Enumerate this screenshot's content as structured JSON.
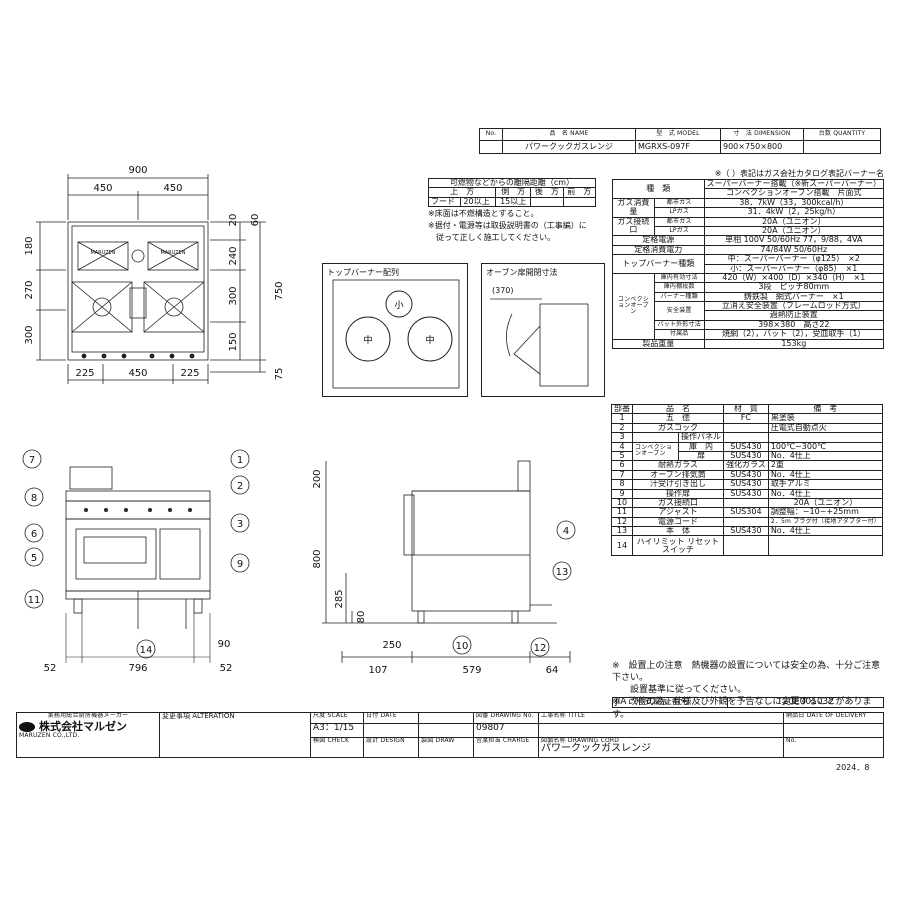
{
  "product_header": {
    "cols": [
      "No.",
      "品　名 NAME",
      "型　式 MODEL",
      "寸　法 DIMENSION",
      "台数 QUANTITY"
    ],
    "row": [
      "",
      "パワークックガスレンジ",
      "MGRXS-097F",
      "900×750×800",
      ""
    ]
  },
  "clearance": {
    "title": "可燃物などからの離隔距離（cm）",
    "head": [
      "上　方",
      "側　方",
      "後　方",
      "前　方"
    ],
    "row": [
      "フード",
      "20以上",
      "15以上",
      "",
      ""
    ],
    "notes": [
      "※床面は不燃構造とすること。",
      "※据付・電源等は取扱説明書の（工事編）に",
      "　従って正しく施工してください。"
    ]
  },
  "plan_dims": {
    "w900": "900",
    "w450a": "450",
    "w450b": "450",
    "b225a": "225",
    "b450": "450",
    "b225b": "225",
    "l180": "180",
    "l270": "270",
    "l300": "300",
    "r20": "20",
    "r60": "60",
    "r240": "240",
    "r300": "300",
    "r150": "150",
    "r750": "750",
    "r75": "75",
    "brand": "MARUZEN"
  },
  "top_burner": {
    "title": "トップバーナー配列",
    "small": "小",
    "mid1": "中",
    "mid2": "中"
  },
  "oven_door": {
    "title": "オーブン扉開閉寸法",
    "dim": "370"
  },
  "spec": {
    "note": "※（ ）表記はガス会社カタログ表記バーナー名",
    "rows": [
      [
        "種　類",
        "",
        "スーパーバーナー搭載（※新スーパーバーナー）"
      ],
      [
        "",
        "",
        "コンベクションオーブン搭載　片面式"
      ],
      [
        "ガス消費量",
        "都市ガス",
        "38．7kW（33，300kcal/h）"
      ],
      [
        "",
        "LPガス",
        "31．4kW（2，25kg/h）"
      ],
      [
        "ガス接続口",
        "都市ガス",
        "20A（ユニオン）"
      ],
      [
        "",
        "LPガス",
        "20A（ユニオン）"
      ],
      [
        "定格電源",
        "",
        "単相 100V 50/60Hz 77，9/88，4VA"
      ],
      [
        "定格消費電力",
        "",
        "74/84W 50/60Hz"
      ],
      [
        "トップバーナー種類",
        "",
        "中：スーパーバーナー（φ125）　×2"
      ],
      [
        "",
        "",
        "小：スーパーバーナー（φ85）　×1"
      ],
      [
        "コンベクションオーブン",
        "庫内有効寸法",
        "420（W）×400（D）×340（H）　×1"
      ],
      [
        "",
        "庫内棚段数",
        "3段　ピッチ80mm"
      ],
      [
        "",
        "バーナー種類",
        "鋳鉄製　網式バーナー　×1"
      ],
      [
        "",
        "安全装置",
        "立消え安全装置（フレームロッド方式）"
      ],
      [
        "",
        "",
        "過熱防止装置"
      ],
      [
        "",
        "バット外形寸法",
        "398×380　高さ22"
      ],
      [
        "",
        "付属品",
        "焼網（2），バット（2），受皿取手（1）"
      ],
      [
        "製品重量",
        "",
        "153kg"
      ]
    ]
  },
  "parts": {
    "head": [
      "部番",
      "品　名",
      "材　質",
      "備　考"
    ],
    "rows": [
      [
        "1",
        "五　徳",
        "FC",
        "黒塗装"
      ],
      [
        "2",
        "ガスコック",
        "",
        "圧電式自動点火"
      ],
      [
        "3",
        "",
        "操作パネル",
        ""
      ],
      [
        "4",
        "コンベクションオーブン",
        "庫　内",
        "SUS430",
        "100℃~300℃"
      ],
      [
        "5",
        "",
        "扉",
        "SUS430",
        "No．4仕上"
      ],
      [
        "6",
        "耐熱ガラス",
        "強化ガラス",
        "2重"
      ],
      [
        "7",
        "オーブン排気筒",
        "SUS430",
        "No．4仕上"
      ],
      [
        "8",
        "汁受け引き出し",
        "SUS430",
        "取手アルミ"
      ],
      [
        "9",
        "操作扉",
        "SUS430",
        "No．4仕上"
      ],
      [
        "10",
        "ガス接続口",
        "",
        "20A（ユニオン）"
      ],
      [
        "11",
        "アジャスト",
        "SUS304",
        "調整幅：−10~+25mm"
      ],
      [
        "12",
        "電源コード",
        "",
        "2．5m プラグ付（接地アダプター付）"
      ],
      [
        "13",
        "本　体",
        "SUS430",
        "No．4仕上"
      ],
      [
        "14",
        "ハイリミット リセットスイッチ",
        "",
        ""
      ]
    ]
  },
  "front_view": {
    "callouts": [
      "7",
      "1",
      "8",
      "2",
      "3",
      "6",
      "5",
      "9",
      "11",
      "14"
    ],
    "dims": {
      "d90": "90",
      "d52a": "52",
      "d796": "796",
      "d52b": "52"
    }
  },
  "side_view": {
    "callouts": [
      "4",
      "13",
      "10",
      "12"
    ],
    "dims": {
      "d200": "200",
      "d800": "800",
      "d285": "285",
      "d80": "80",
      "d250": "250",
      "d107": "107",
      "d579": "579",
      "d64": "64"
    }
  },
  "notes": {
    "lines": [
      "※　設置上の注意　熱機器の設置については安全の為、十分ご注意下さい。",
      "　　設置基準に従ってください。",
      "※　改善の為、仕様及び外観を予告なしに変更することがあります。"
    ],
    "jia_label": "JIA　形式認証番号",
    "jia_value": "T20E001032"
  },
  "title_block": {
    "company_tag": "業務用総合厨房機器メーカー",
    "company": "株式会社マルゼン",
    "company_en": "MARUZEN CO.,LTD.",
    "alteration": "変更事項 ALTERATION",
    "scale_label": "尺度 SCALE",
    "scale": "A3：1/15",
    "date_label": "日付 DATE",
    "drawing_no_label": "図番 DRAWING No.",
    "drawing_no": "09807",
    "work_title_label": "工事名称 TITLE",
    "delivery_label": "納品日 DATE OF DELIVERY",
    "check_label": "検図 CHECK",
    "design_label": "設計 DESIGN",
    "draw_label": "製図 DRAW",
    "charge_label": "営業担当 CHARGE",
    "code_label": "図面名称 DRAWING CORD",
    "code_value": "パワークックガスレンジ",
    "no_label": "No.",
    "date_value": "2024．8"
  }
}
